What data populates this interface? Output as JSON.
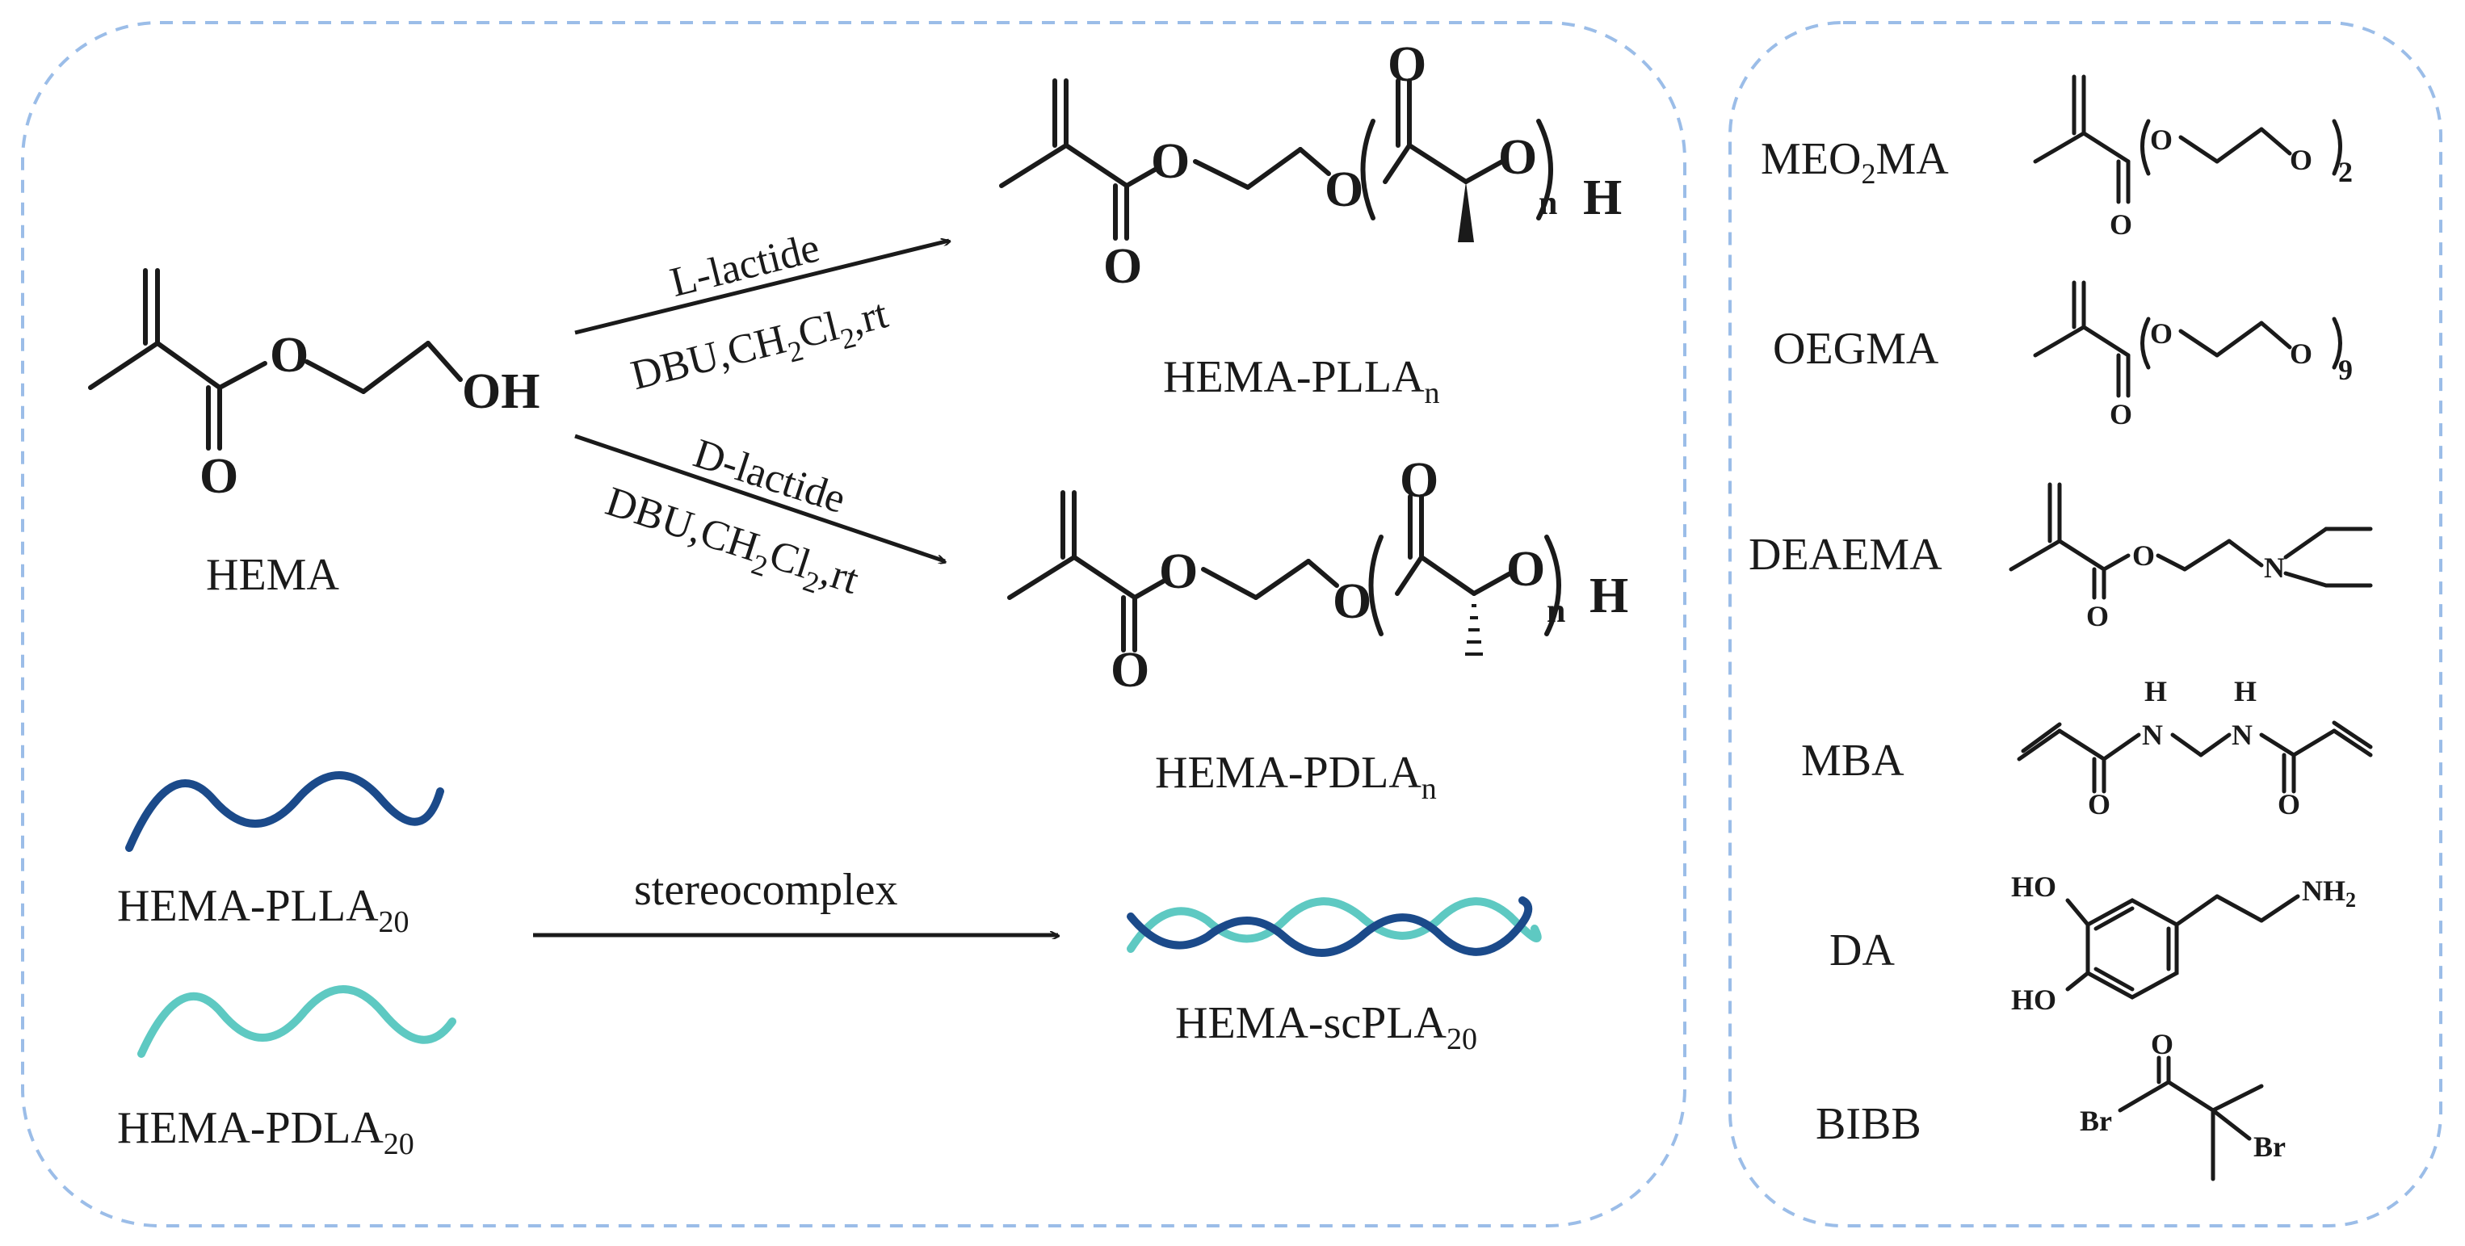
{
  "left_panel": {
    "hema_label": "HEMA",
    "hema_oh": "OH",
    "atom_o": "O",
    "atom_h": "H",
    "sub_n": "n",
    "reaction_top": {
      "reagent": "L-lactide",
      "cond_a": "DBU,CH",
      "cond_sub1": "2",
      "cond_b": "Cl",
      "cond_sub2": "2",
      "cond_c": ",rt"
    },
    "reaction_bottom": {
      "reagent": "D-lactide",
      "cond_a": "DBU,CH",
      "cond_sub1": "2",
      "cond_b": "Cl",
      "cond_sub2": "2",
      "cond_c": ",rt"
    },
    "product_plla": {
      "name": "HEMA-PLLA",
      "sub": "n"
    },
    "product_pdla": {
      "name": "HEMA-PDLA",
      "sub": "n"
    },
    "wave_plla": {
      "name": "HEMA-PLLA",
      "sub": "20",
      "color": "#1b4a8a"
    },
    "wave_pdla": {
      "name": "HEMA-PDLA",
      "sub": "20",
      "color": "#5ec9c2"
    },
    "stereo_label": "stereocomplex",
    "product_sc": {
      "name": "HEMA-scPLA",
      "sub": "20"
    }
  },
  "right_panel": {
    "monomers": [
      {
        "name_a": "MEO",
        "name_sub": "2",
        "name_b": "MA",
        "repeat": "2"
      },
      {
        "name_a": "OEGMA",
        "repeat": "9"
      },
      {
        "name_a": "DEAEMA",
        "n_atom": "N"
      },
      {
        "name_a": "MBA",
        "nh": "H",
        "n_atom": "N"
      },
      {
        "name_a": "DA",
        "ho": "HO",
        "nh2": "NH",
        "nh2_sub": "2"
      },
      {
        "name_a": "BIBB",
        "br": "Br"
      }
    ]
  },
  "colors": {
    "panel_border": "#9bbde8",
    "ink": "#1a1a1a"
  }
}
